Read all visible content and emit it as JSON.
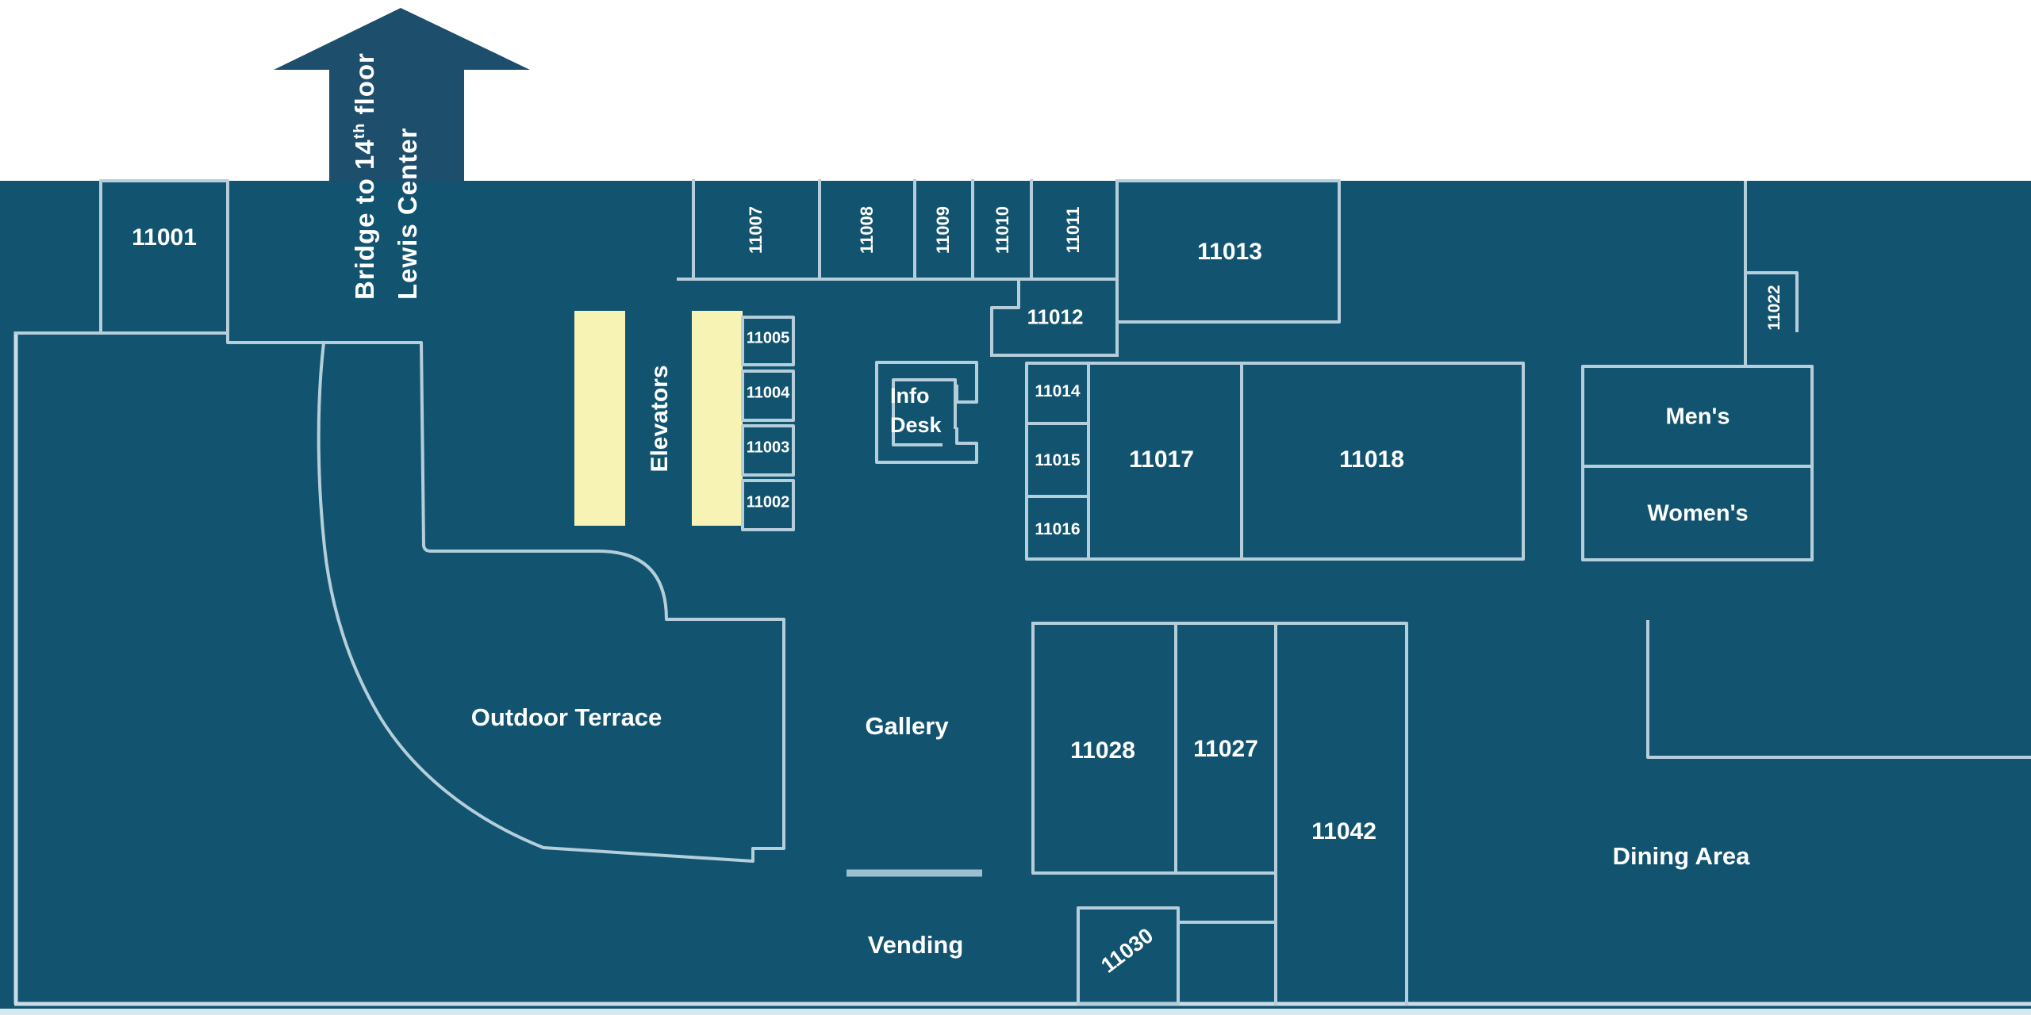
{
  "bridge_arrow": {
    "line1_before": "Bridge to 14",
    "line1_sup": "th",
    "line1_after": " floor",
    "line2": "Lewis Center"
  },
  "rooms": {
    "11001": {
      "label": "11001"
    },
    "11002": {
      "label": "11002"
    },
    "11003": {
      "label": "11003"
    },
    "11004": {
      "label": "11004"
    },
    "11005": {
      "label": "11005"
    },
    "11007": {
      "label": "11007"
    },
    "11008": {
      "label": "11008"
    },
    "11009": {
      "label": "11009"
    },
    "11010": {
      "label": "11010"
    },
    "11011": {
      "label": "11011"
    },
    "11012": {
      "label": "11012"
    },
    "11013": {
      "label": "11013"
    },
    "11014": {
      "label": "11014"
    },
    "11015": {
      "label": "11015"
    },
    "11016": {
      "label": "11016"
    },
    "11017": {
      "label": "11017"
    },
    "11018": {
      "label": "11018"
    },
    "11022": {
      "label": "11022"
    },
    "11027": {
      "label": "11027"
    },
    "11028": {
      "label": "11028"
    },
    "11030": {
      "label": "11030"
    },
    "11042": {
      "label": "11042"
    }
  },
  "areas": {
    "elevators": "Elevators",
    "info_desk_line1": "Info",
    "info_desk_line2": "Desk",
    "outdoor_terrace": "Outdoor Terrace",
    "gallery": "Gallery",
    "vending": "Vending",
    "dining_area": "Dining Area",
    "mens": "Men's",
    "womens": "Women's"
  },
  "colors": {
    "page_bg": "#FFFFFF",
    "map_bg": "#12546F",
    "arrow": "#1D4F6D",
    "wall": "#B5CEDB",
    "wall_outer": "#C9DDE8",
    "wall_thick": "#9CC0D1",
    "elevator_shaft": "#F7F3B4",
    "bottom_strip": "#D8E8F0",
    "label_text": "#FFFFFF"
  }
}
